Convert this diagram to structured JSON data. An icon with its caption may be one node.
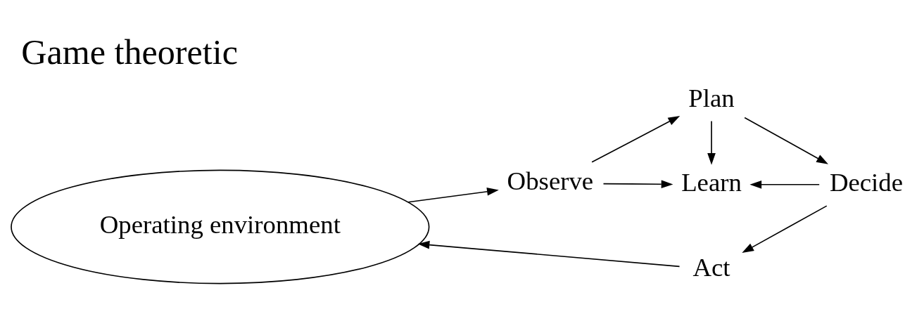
{
  "diagram": {
    "title": "Game theoretic",
    "nodes": [
      {
        "text": [
          "Operating environment"
        ]
      },
      {
        "text": [
          "Observe"
        ]
      },
      {
        "text": [
          "Plan"
        ]
      },
      {
        "text": [
          "Learn"
        ]
      },
      {
        "text": [
          "Decide"
        ]
      },
      {
        "text": [
          "Act"
        ]
      }
    ],
    "edges": [
      {
        "from": 1,
        "to": 2,
        "arrow": "to"
      },
      {
        "from": 2,
        "to": 3,
        "arrow": "to"
      },
      {
        "from": 2,
        "to": 4,
        "arrow": "to"
      },
      {
        "from": 1,
        "to": 3,
        "arrow": "to"
      },
      {
        "from": 4,
        "to": 3,
        "arrow": "to"
      },
      {
        "from": 4,
        "to": 5,
        "arrow": "to"
      },
      {
        "from": 5,
        "to": 0,
        "arrow": "to"
      },
      {
        "from": 0,
        "to": 1,
        "arrow": "to"
      }
    ]
  }
}
